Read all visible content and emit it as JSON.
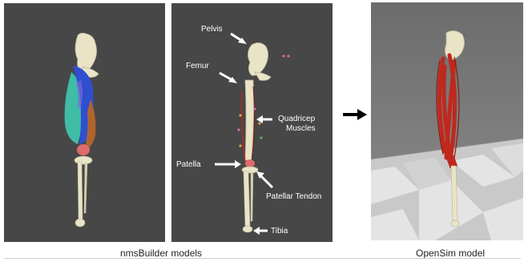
{
  "left_panel": {
    "caption": "nmsBuilder models"
  },
  "middle_panel": {
    "labels": {
      "pelvis": "Pelvis",
      "femur": "Femur",
      "quadricep_line1": "Quadricep",
      "quadricep_line2": "Muscles",
      "patella": "Patella",
      "patellar_tendon": "Patellar Tendon",
      "tibia": "Tibia"
    }
  },
  "right_panel": {
    "caption": "OpenSim model"
  },
  "colors": {
    "viewport_bg": "#474747",
    "opensim_sky": "#6e6e6e",
    "bone": "#e9e4c6",
    "muscle_blue": "#2f4fd0",
    "muscle_teal": "#3fbca6",
    "muscle_brown": "#b0652e",
    "muscle_red": "#c0281c",
    "patella": "#e06a6a"
  }
}
